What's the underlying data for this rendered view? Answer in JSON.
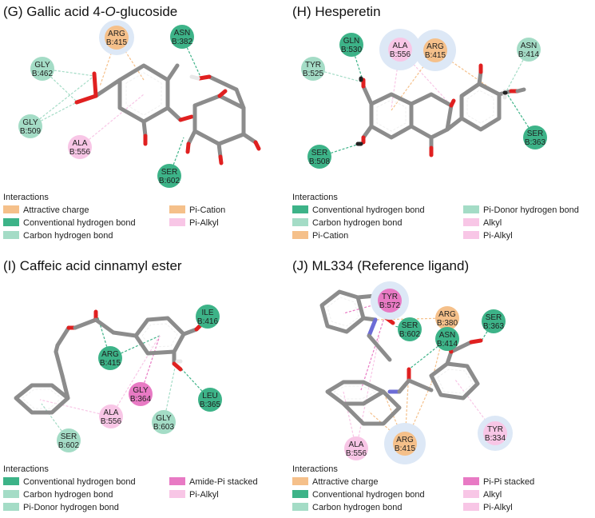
{
  "colors": {
    "attractive_charge": "#f5c08a",
    "conventional_hbond": "#3db388",
    "carbon_hbond": "#a4dcc6",
    "pi_donor_hbond": "#a4dcc6",
    "pi_cation": "#f5c08a",
    "pi_alkyl": "#f8c6e6",
    "alkyl": "#f8c6e6",
    "amide_pi": "#e87ac4",
    "pi_pi": "#e87ac4",
    "halo": "#dde8f6"
  },
  "panels": [
    {
      "id": "G",
      "title_prefix": "(G) Gallic acid 4-",
      "title_italic": "O",
      "title_suffix": "-glucoside",
      "residues": [
        {
          "l1": "ARG",
          "l2": "B:415",
          "kind": "attractive_charge"
        },
        {
          "l1": "ASN",
          "l2": "B:382",
          "kind": "conventional_hbond"
        },
        {
          "l1": "GLY",
          "l2": "B:462",
          "kind": "carbon_hbond"
        },
        {
          "l1": "GLY",
          "l2": "B:509",
          "kind": "carbon_hbond"
        },
        {
          "l1": "ALA",
          "l2": "B:556",
          "kind": "pi_alkyl"
        },
        {
          "l1": "SER",
          "l2": "B:602",
          "kind": "conventional_hbond"
        }
      ],
      "legend_title": "Interactions",
      "legend": [
        {
          "label": "Attractive charge",
          "kind": "attractive_charge"
        },
        {
          "label": "Conventional hydrogen bond",
          "kind": "conventional_hbond"
        },
        {
          "label": "Carbon hydrogen bond",
          "kind": "carbon_hbond"
        },
        {
          "label": "Pi-Cation",
          "kind": "pi_cation"
        },
        {
          "label": "Pi-Alkyl",
          "kind": "pi_alkyl"
        }
      ]
    },
    {
      "id": "H",
      "title_prefix": "(H) Hesperetin",
      "title_italic": "",
      "title_suffix": "",
      "residues": [
        {
          "l1": "GLN",
          "l2": "B:530",
          "kind": "conventional_hbond"
        },
        {
          "l1": "ALA",
          "l2": "B:556",
          "kind": "alkyl"
        },
        {
          "l1": "ARG",
          "l2": "B:415",
          "kind": "pi_cation"
        },
        {
          "l1": "ASN",
          "l2": "B:414",
          "kind": "carbon_hbond"
        },
        {
          "l1": "TYR",
          "l2": "B:525",
          "kind": "carbon_hbond"
        },
        {
          "l1": "SER",
          "l2": "B:363",
          "kind": "conventional_hbond"
        },
        {
          "l1": "SER",
          "l2": "B:508",
          "kind": "conventional_hbond"
        }
      ],
      "legend_title": "Interactions",
      "legend": [
        {
          "label": "Conventional hydrogen bond",
          "kind": "conventional_hbond"
        },
        {
          "label": "Carbon hydrogen bond",
          "kind": "carbon_hbond"
        },
        {
          "label": "Pi-Cation",
          "kind": "pi_cation"
        },
        {
          "label": "Pi-Donor hydrogen bond",
          "kind": "pi_donor_hbond"
        },
        {
          "label": "Alkyl",
          "kind": "alkyl"
        },
        {
          "label": "Pi-Alkyl",
          "kind": "pi_alkyl"
        }
      ]
    },
    {
      "id": "I",
      "title_prefix": "(I) Caffeic acid cinnamyl ester",
      "title_italic": "",
      "title_suffix": "",
      "residues": [
        {
          "l1": "ARG",
          "l2": "B:415",
          "kind": "conventional_hbond"
        },
        {
          "l1": "ILE",
          "l2": "B:416",
          "kind": "conventional_hbond"
        },
        {
          "l1": "GLY",
          "l2": "B:364",
          "kind": "amide_pi"
        },
        {
          "l1": "LEU",
          "l2": "B:365",
          "kind": "conventional_hbond"
        },
        {
          "l1": "ALA",
          "l2": "B:556",
          "kind": "pi_alkyl"
        },
        {
          "l1": "GLY",
          "l2": "B:603",
          "kind": "carbon_hbond"
        },
        {
          "l1": "SER",
          "l2": "B:602",
          "kind": "carbon_hbond"
        }
      ],
      "legend_title": "Interactions",
      "legend": [
        {
          "label": "Conventional hydrogen bond",
          "kind": "conventional_hbond"
        },
        {
          "label": "Carbon hydrogen bond",
          "kind": "carbon_hbond"
        },
        {
          "label": "Pi-Donor hydrogen bond",
          "kind": "pi_donor_hbond"
        },
        {
          "label": "Amide-Pi stacked",
          "kind": "amide_pi"
        },
        {
          "label": "Pi-Alkyl",
          "kind": "pi_alkyl"
        }
      ]
    },
    {
      "id": "J",
      "title_prefix": "(J) ML334 (Reference ligand)",
      "title_italic": "",
      "title_suffix": "",
      "residues": [
        {
          "l1": "TYR",
          "l2": "B:572",
          "kind": "pi_pi"
        },
        {
          "l1": "ARG",
          "l2": "B:380",
          "kind": "attractive_charge"
        },
        {
          "l1": "SER",
          "l2": "B:602",
          "kind": "conventional_hbond"
        },
        {
          "l1": "ASN",
          "l2": "B:414",
          "kind": "conventional_hbond"
        },
        {
          "l1": "SER",
          "l2": "B:363",
          "kind": "conventional_hbond"
        },
        {
          "l1": "ALA",
          "l2": "B:556",
          "kind": "pi_alkyl"
        },
        {
          "l1": "ARG",
          "l2": "B:415",
          "kind": "attractive_charge"
        },
        {
          "l1": "TYR",
          "l2": "B:334",
          "kind": "pi_alkyl"
        }
      ],
      "legend_title": "Interactions",
      "legend": [
        {
          "label": "Attractive charge",
          "kind": "attractive_charge"
        },
        {
          "label": "Conventional hydrogen bond",
          "kind": "conventional_hbond"
        },
        {
          "label": "Carbon hydrogen bond",
          "kind": "carbon_hbond"
        },
        {
          "label": "Pi-Pi stacked",
          "kind": "pi_pi"
        },
        {
          "label": "Alkyl",
          "kind": "alkyl"
        },
        {
          "label": "Pi-Alkyl",
          "kind": "pi_alkyl"
        }
      ]
    }
  ]
}
